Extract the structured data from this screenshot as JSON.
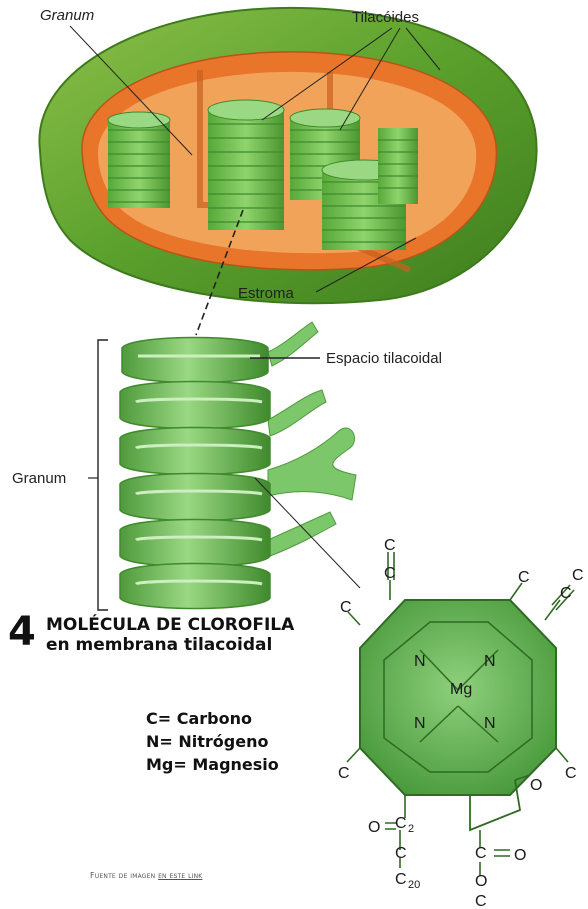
{
  "chloroplast": {
    "label_granum": "Granum",
    "label_tilacoides": "Tilacóides",
    "label_estroma": "Estroma"
  },
  "granum_detail": {
    "label_espacio": "Espacio tilacoidal",
    "label_granum": "Granum"
  },
  "section": {
    "number": "4",
    "title_line1": "MOLÉCULA DE CLOROFILA",
    "title_line2": "en membrana tilacoidal"
  },
  "legend": {
    "items": [
      "C= Carbono",
      "N= Nitrógeno",
      "Mg= Magnesio"
    ]
  },
  "molecule": {
    "atoms": {
      "mg": "Mg",
      "n": "N",
      "c": "C",
      "o": "O",
      "c2": "2",
      "c20": "20"
    }
  },
  "source": {
    "prefix": "Fuente de imagen",
    "link_text": "en este link"
  },
  "colors": {
    "outer_membrane": "#5aa02c",
    "inner_layer": "#e8752a",
    "stroma": "#f0a050",
    "thylakoid": "#7cc76a",
    "molecule_fill": "#6dbb5e"
  }
}
